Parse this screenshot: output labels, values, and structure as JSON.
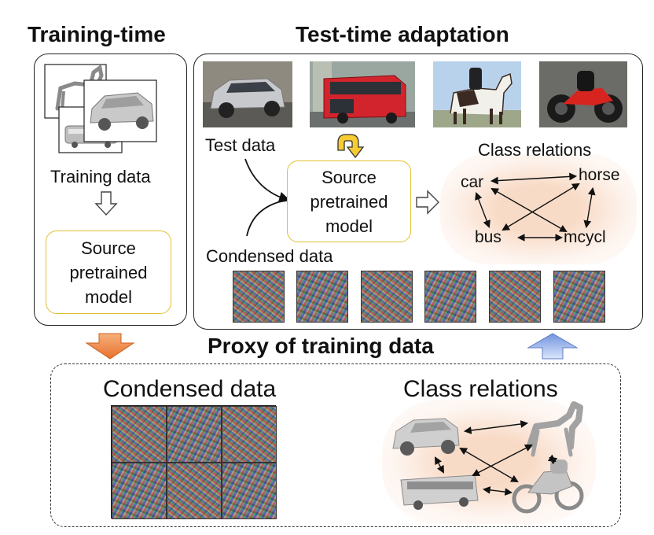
{
  "training_time": {
    "heading": "Training-time",
    "data_label": "Training data",
    "model_label": [
      "Source",
      "pretrained",
      "model"
    ]
  },
  "test_time": {
    "heading": "Test-time adaptation",
    "test_data_label": "Test data",
    "condensed_label": "Condensed data",
    "model_label": [
      "Source",
      "pretrained",
      "model"
    ],
    "class_relations_label": "Class relations",
    "classes": [
      "car",
      "horse",
      "bus",
      "mcycl"
    ]
  },
  "proxy": {
    "heading": "Proxy of training data",
    "condensed_label": "Condensed data",
    "class_relations_label": "Class relations"
  },
  "colors": {
    "model_border": "#e2c030",
    "down_arrow": "#ee8040",
    "up_arrow": "#7a9be0",
    "relations_glow": "#f8d9c4"
  },
  "icons": {
    "feedback_arrow": "u-turn-arrow-icon",
    "flow_arrow": "hollow-arrow-icon"
  }
}
